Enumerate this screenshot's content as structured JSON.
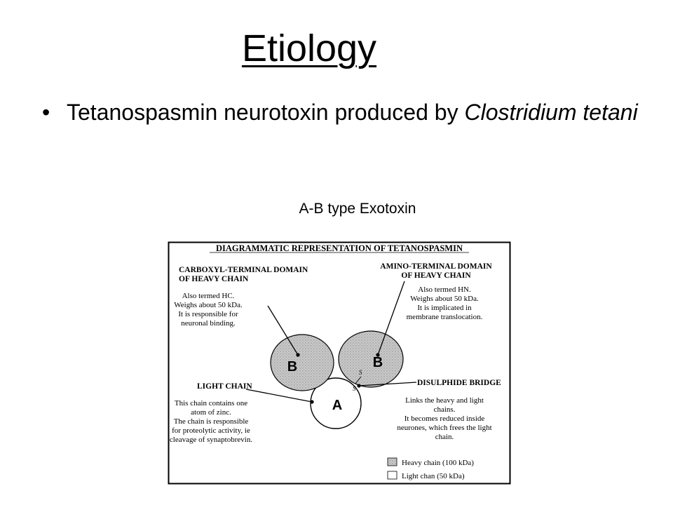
{
  "slide": {
    "title": "Etiology",
    "bullet": {
      "symbol": "•",
      "text_plain": "Tetanospasmin neurotoxin produced by ",
      "text_italic": "Clostridium tetani"
    },
    "subtitle": "A-B type Exotoxin"
  },
  "figure": {
    "title": "DIAGRAMMATIC REPRESENTATION OF TETANOSPASMIN",
    "carboxyl": {
      "heading_lines": [
        "CARBOXYL-TERMINAL DOMAIN",
        "OF HEAVY CHAIN"
      ],
      "body_lines": [
        "Also termed HC.",
        "Weighs about 50 kDa.",
        "It is responsible for",
        "neuronal binding."
      ]
    },
    "amino": {
      "heading_lines": [
        "AMINO-TERMINAL DOMAIN",
        "OF HEAVY CHAIN"
      ],
      "body_lines": [
        "Also termed HN.",
        "Weighs about 50 kDa.",
        "It is implicated in",
        "membrane translocation."
      ]
    },
    "light_chain": {
      "heading": "LIGHT CHAIN",
      "body_lines": [
        "This chain contains one",
        "atom of zinc.",
        "The chain is responsible",
        "for proteolytic activity, ie",
        "cleavage of synaptobrevin."
      ]
    },
    "disulphide": {
      "heading": "DISULPHIDE BRIDGE",
      "body_lines": [
        "Links the heavy and light",
        "chains.",
        "It becomes reduced inside",
        "neurones, which frees the light",
        "chain."
      ]
    },
    "bond_labels": [
      "S",
      "S"
    ],
    "overlay_labels": {
      "left_heavy": "B",
      "right_heavy": "B",
      "light": "A"
    },
    "legend": [
      {
        "label": "Heavy chain (100 kDa)",
        "color": "#c4c4c4"
      },
      {
        "label": "Light chan (50 kDa)",
        "color": "#ffffff"
      }
    ]
  }
}
